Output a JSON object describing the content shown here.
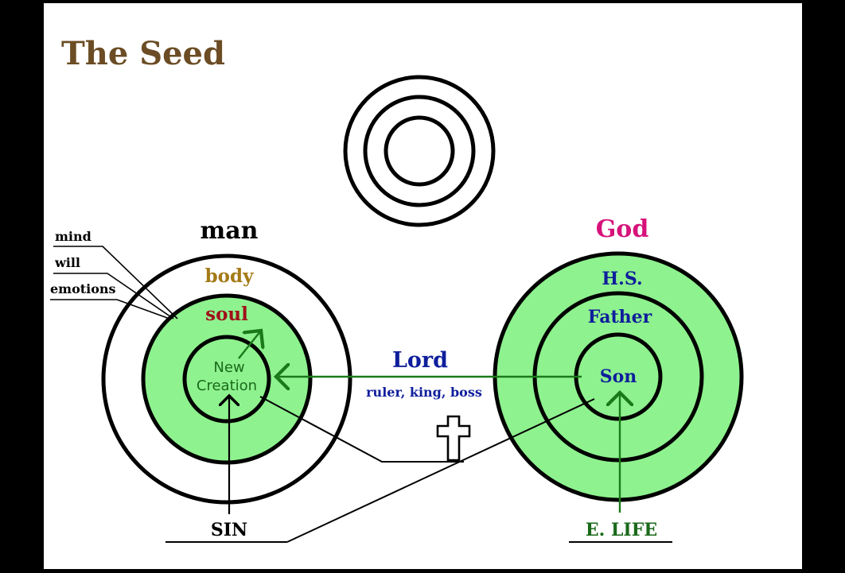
{
  "title": "The Seed",
  "man": {
    "heading": "man",
    "layers": {
      "outer": "body",
      "middle": "soul",
      "inner_line1": "New",
      "inner_line2": "Creation"
    },
    "side_labels": [
      "mind",
      "will",
      "emotions"
    ]
  },
  "god": {
    "heading": "God",
    "layers": {
      "outer": "H.S.",
      "middle": "Father",
      "inner": "Son"
    }
  },
  "center": {
    "label": "Lord",
    "sublabel": "ruler, king, boss"
  },
  "bottom": {
    "left": "SIN",
    "right": "E. LIFE"
  },
  "colors": {
    "title": "#6b4c24",
    "god": "#d6127a",
    "blue": "#0f1e9c",
    "soul": "#a0101a",
    "body": "#a47a16",
    "green_fill": "#8ef28e",
    "arrow_green": "#1a7a1a",
    "text_green": "#1a6a1a"
  },
  "icons": {
    "cross": "cross-icon"
  }
}
